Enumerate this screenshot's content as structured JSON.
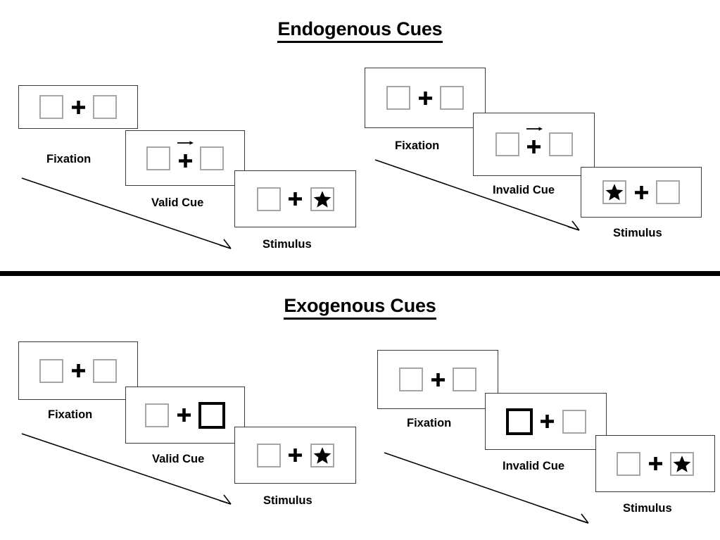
{
  "meta": {
    "colors": {
      "background": "#ffffff",
      "ink": "#000000",
      "panel_border": "#3a3a3a",
      "box_border": "#a6a6a6",
      "highlight_border": "#000000"
    }
  },
  "sections": [
    {
      "id": "endogenous",
      "title": "Endogenous Cues",
      "sequences": [
        {
          "id": "endogenous-valid",
          "frames": [
            {
              "label": "Fixation",
              "left_box": "empty",
              "right_box": "empty",
              "cue": "none",
              "center": "plus"
            },
            {
              "label": "Valid Cue",
              "left_box": "empty",
              "right_box": "empty",
              "cue": "arrow-right",
              "center": "plus"
            },
            {
              "label": "Stimulus",
              "left_box": "empty",
              "right_box": "star",
              "cue": "none",
              "center": "plus"
            }
          ]
        },
        {
          "id": "endogenous-invalid",
          "frames": [
            {
              "label": "Fixation",
              "left_box": "empty",
              "right_box": "empty",
              "cue": "none",
              "center": "plus"
            },
            {
              "label": "Invalid Cue",
              "left_box": "empty",
              "right_box": "empty",
              "cue": "arrow-right",
              "center": "plus"
            },
            {
              "label": "Stimulus",
              "left_box": "star",
              "right_box": "empty",
              "cue": "none",
              "center": "plus"
            }
          ]
        }
      ]
    },
    {
      "id": "exogenous",
      "title": "Exogenous Cues",
      "sequences": [
        {
          "id": "exogenous-valid",
          "frames": [
            {
              "label": "Fixation",
              "left_box": "empty",
              "right_box": "empty",
              "cue": "none",
              "center": "plus"
            },
            {
              "label": "Valid Cue",
              "left_box": "empty",
              "right_box": "highlight",
              "cue": "none",
              "center": "plus"
            },
            {
              "label": "Stimulus",
              "left_box": "empty",
              "right_box": "star",
              "cue": "none",
              "center": "plus"
            }
          ]
        },
        {
          "id": "exogenous-invalid",
          "frames": [
            {
              "label": "Fixation",
              "left_box": "empty",
              "right_box": "empty",
              "cue": "none",
              "center": "plus"
            },
            {
              "label": "Invalid Cue",
              "left_box": "highlight",
              "right_box": "empty",
              "cue": "none",
              "center": "plus"
            },
            {
              "label": "Stimulus",
              "left_box": "empty",
              "right_box": "star",
              "cue": "none",
              "center": "plus"
            }
          ]
        }
      ]
    }
  ],
  "labels": {
    "endogenous_title": "Endogenous Cues",
    "exogenous_title": "Exogenous Cues",
    "fixation": "Fixation",
    "valid_cue": "Valid Cue",
    "invalid_cue": "Invalid Cue",
    "stimulus": "Stimulus"
  },
  "icons": {
    "plus": "fixation-cross-icon",
    "star": "star-icon",
    "cue_arrow": "arrow-right-icon",
    "flow_arrow": "time-flow-arrow-icon"
  }
}
